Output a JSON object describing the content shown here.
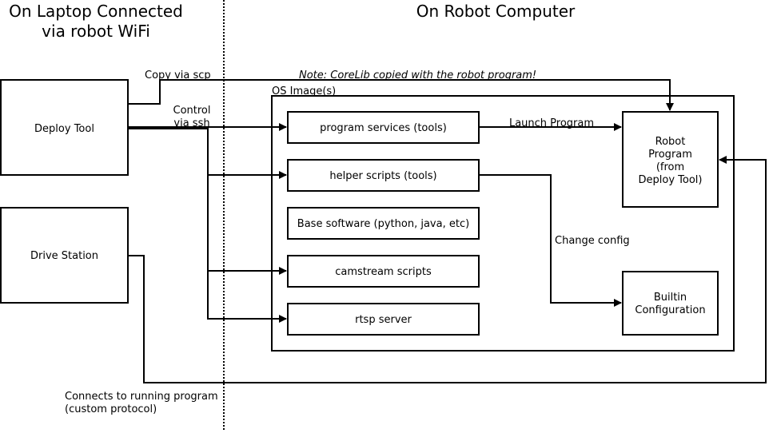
{
  "headers": {
    "left_line1": "On Laptop Connected",
    "left_line2": "via robot WiFi",
    "right": "On Robot Computer"
  },
  "boxes": {
    "deploy_tool": "Deploy Tool",
    "drive_station": "Drive Station",
    "os_image": "OS Image(s)",
    "program_services": "program services (tools)",
    "helper_scripts": "helper scripts (tools)",
    "base_software": "Base software (python, java, etc)",
    "camstream_scripts": "camstream scripts",
    "rtsp_server": "rtsp server",
    "robot_program": [
      "Robot",
      "Program",
      "(from",
      "Deploy Tool)"
    ],
    "builtin_configuration": [
      "Builtin",
      "Configuration"
    ]
  },
  "edges": {
    "copy_via_scp": "Copy via scp",
    "note": "Note: CoreLib copied with the robot program!",
    "control_line1": "Control",
    "control_line2": "via ssh",
    "launch_program": "Launch Program",
    "change_config": "Change config",
    "connects_line1": "Connects to running program",
    "connects_line2": "(custom protocol)"
  }
}
